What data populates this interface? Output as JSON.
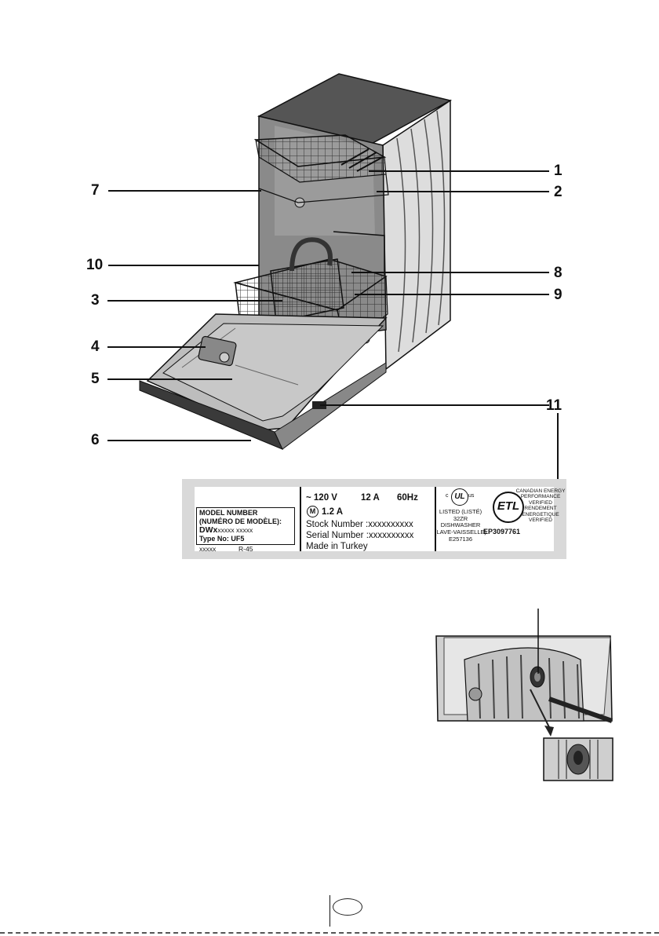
{
  "callouts": [
    "1",
    "2",
    "7",
    "10",
    "8",
    "3",
    "9",
    "4",
    "5",
    "11",
    "6"
  ],
  "rating_label": {
    "model_number_label": "MODEL NUMBER",
    "model_number_fr": "(NUMÉRO DE MODÈLE):",
    "model_value_prefix": "DWx",
    "model_value": "xxxxx xxxxx",
    "type_no": "Type No: UF5",
    "code_left": "xxxxx",
    "code_right": "R-45",
    "voltage": "~ 120 V",
    "current": "12 A",
    "frequency": "60Hz",
    "motor_symbol": "M",
    "motor_current": "1.2 A",
    "stock_number": "Stock Number :xxxxxxxxxx",
    "serial_number": "Serial Number :xxxxxxxxxx",
    "made_in": "Made in Turkey",
    "ul_c": "c",
    "ul_mark": "UL",
    "ul_us": "us",
    "ul_listed": "LISTED (LISTÉ)",
    "ul_code": "32ZR",
    "ul_product": "DISHWASHER",
    "ul_product_fr": "(LAVE-VAISSELLE)",
    "ul_file": "E257136",
    "etl_mark": "ETL",
    "etl_number": "EP3097761",
    "energy_1": "CANADIAN ENERGY",
    "energy_2": "PERFORMANCE",
    "energy_3": "VERIFIED",
    "energy_4": "RENDEMENT",
    "energy_5": "ENERGETIQUE",
    "energy_6": "VERIFIED"
  }
}
